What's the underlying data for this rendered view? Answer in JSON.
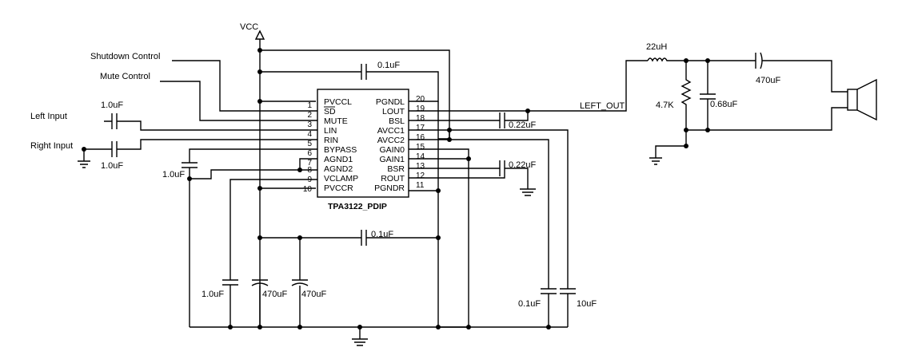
{
  "supply": {
    "label": "VCC"
  },
  "inputs": {
    "shutdown": "Shutdown Control",
    "mute": "Mute Control",
    "left": "Left Input",
    "right": "Right Input"
  },
  "chip": {
    "name": "TPA3122_PDIP",
    "left_pins": [
      {
        "num": "1",
        "name": "PVCCL"
      },
      {
        "num": "2",
        "name": "SD"
      },
      {
        "num": "3",
        "name": "MUTE"
      },
      {
        "num": "4",
        "name": "LIN"
      },
      {
        "num": "5",
        "name": "RIN"
      },
      {
        "num": "6",
        "name": "BYPASS"
      },
      {
        "num": "7",
        "name": "AGND1"
      },
      {
        "num": "8",
        "name": "AGND2"
      },
      {
        "num": "9",
        "name": "VCLAMP"
      },
      {
        "num": "10",
        "name": "PVCCR"
      }
    ],
    "right_pins": [
      {
        "num": "20",
        "name": "PGNDL"
      },
      {
        "num": "19",
        "name": "LOUT"
      },
      {
        "num": "18",
        "name": "BSL"
      },
      {
        "num": "17",
        "name": "AVCC1"
      },
      {
        "num": "16",
        "name": "AVCC2"
      },
      {
        "num": "15",
        "name": "GAIN0"
      },
      {
        "num": "14",
        "name": "GAIN1"
      },
      {
        "num": "13",
        "name": "BSR"
      },
      {
        "num": "12",
        "name": "ROUT"
      },
      {
        "num": "11",
        "name": "PGNDR"
      }
    ]
  },
  "components": {
    "c_left_in": "1.0uF",
    "c_right_in": "1.0uF",
    "c_bypass": "1.0uF",
    "c_top": "0.1uF",
    "c_bsl": "0.22uF",
    "c_bsr": "0.22uF",
    "c_mid": "0.1uF",
    "c_vclamp": "1.0uF",
    "c_bulk1": "470uF",
    "c_bulk2": "470uF",
    "c_avcc1": "0.1uF",
    "c_avcc2": "10uF",
    "inductor": "22uH",
    "resistor": "4.7K",
    "c_filter": "0.68uF",
    "c_out": "470uF"
  },
  "output": {
    "net_label": "LEFT_OUT"
  }
}
